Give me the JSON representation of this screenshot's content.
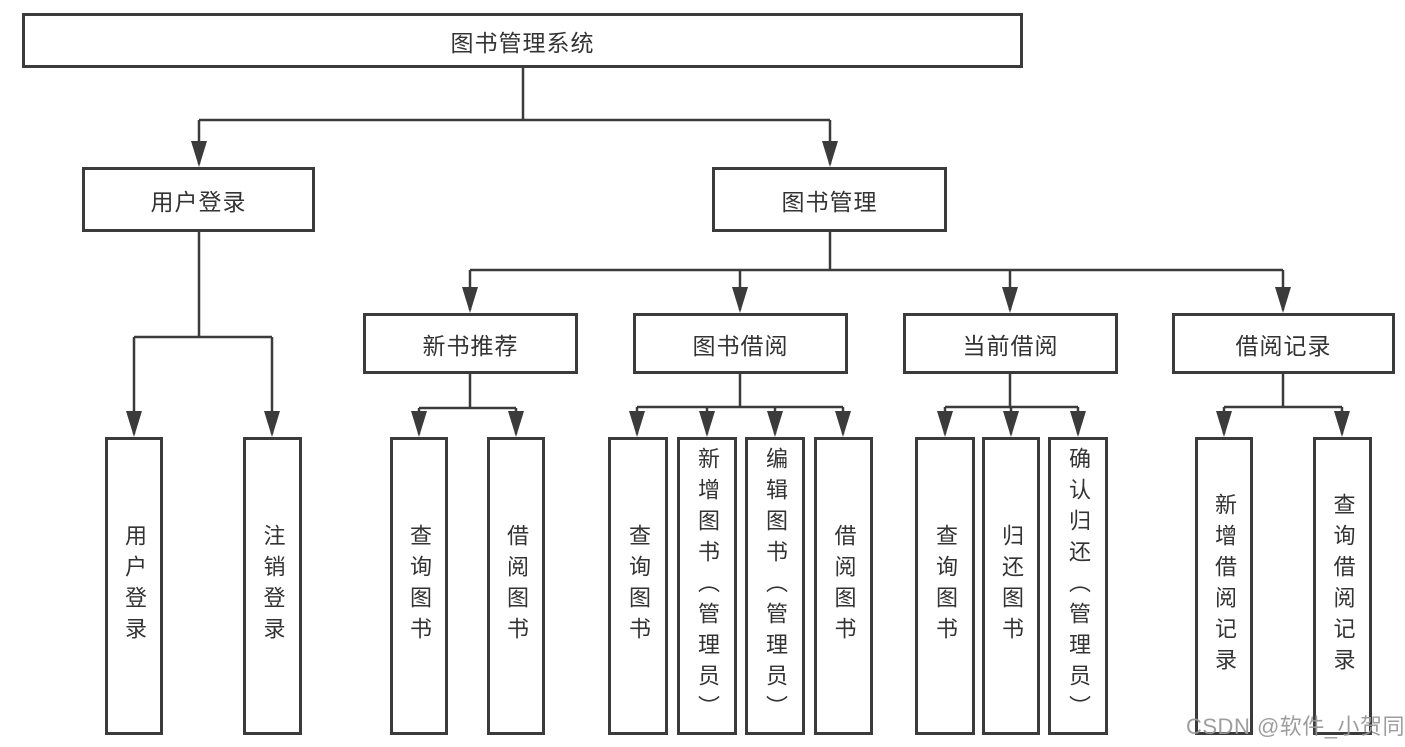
{
  "diagram_title": "图书管理系统",
  "nodes": {
    "root": {
      "label": "图书管理系统"
    },
    "level2": [
      {
        "id": "user-login",
        "label": "用户登录"
      },
      {
        "id": "book-management",
        "label": "图书管理"
      }
    ],
    "level3": [
      {
        "id": "new-book-recommend",
        "parent": "图书管理",
        "label": "新书推荐"
      },
      {
        "id": "book-borrow",
        "parent": "图书管理",
        "label": "图书借阅"
      },
      {
        "id": "current-borrow",
        "parent": "图书管理",
        "label": "当前借阅"
      },
      {
        "id": "borrow-records",
        "parent": "图书管理",
        "label": "借阅记录"
      }
    ],
    "leaves": [
      {
        "parent": "用户登录",
        "label": "用户登录"
      },
      {
        "parent": "用户登录",
        "label": "注销登录"
      },
      {
        "parent": "新书推荐",
        "label": "查询图书"
      },
      {
        "parent": "新书推荐",
        "label": "借阅图书"
      },
      {
        "parent": "图书借阅",
        "label": "查询图书"
      },
      {
        "parent": "图书借阅",
        "label": "新增图书（管理员）"
      },
      {
        "parent": "图书借阅",
        "label": "编辑图书（管理员）"
      },
      {
        "parent": "图书借阅",
        "label": "借阅图书"
      },
      {
        "parent": "当前借阅",
        "label": "查询图书"
      },
      {
        "parent": "当前借阅",
        "label": "归还图书"
      },
      {
        "parent": "当前借阅",
        "label": "确认归还（管理员）"
      },
      {
        "parent": "借阅记录",
        "label": "新增借阅记录"
      },
      {
        "parent": "借阅记录",
        "label": "查询借阅记录"
      }
    ]
  },
  "watermark": "CSDN @软件_小贺同学",
  "colors": {
    "line": "#3b3b3b",
    "text": "#333333",
    "background": "#ffffff",
    "watermark": "#999999"
  }
}
